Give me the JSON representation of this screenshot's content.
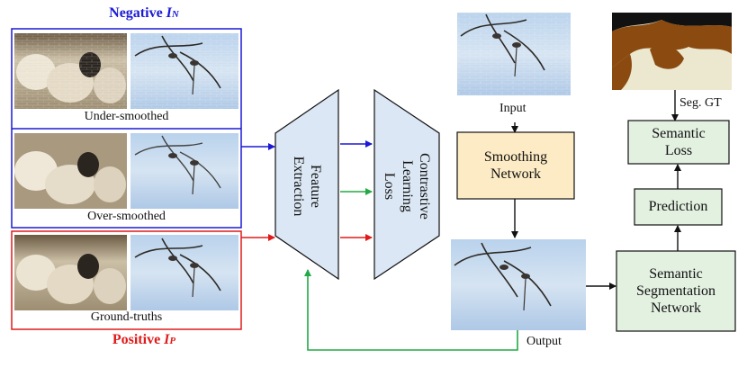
{
  "negative": {
    "title": "Negative ",
    "symbol": "I",
    "subscript": "N"
  },
  "positive": {
    "title": "Positive ",
    "symbol": "I",
    "subscript": "P"
  },
  "rows": {
    "under": "Under-smoothed",
    "over": "Over-smoothed",
    "gt": "Ground-truths"
  },
  "feature_extraction": {
    "line1": "Feature",
    "line2": "Extraction"
  },
  "contrastive": {
    "line1": "Contrastive",
    "line2": "Learning",
    "line3": "Loss"
  },
  "input_label": "Input",
  "output_label": "Output",
  "smoothing": {
    "line1": "Smoothing",
    "line2": "Network"
  },
  "seg_gt_label": "Seg. GT",
  "semantic_loss": {
    "line1": "Semantic",
    "line2": "Loss"
  },
  "prediction": "Prediction",
  "segnet": {
    "line1": "Semantic",
    "line2": "Segmentation",
    "line3": "Network"
  },
  "colors": {
    "negative": "#1a1ad6",
    "positive": "#e01a1a",
    "feedback": "#22aa44",
    "trapezoid_fill": "#dbe7f4",
    "smoothing_fill": "#fcebc4",
    "green_box_fill": "#e3f1e1"
  }
}
